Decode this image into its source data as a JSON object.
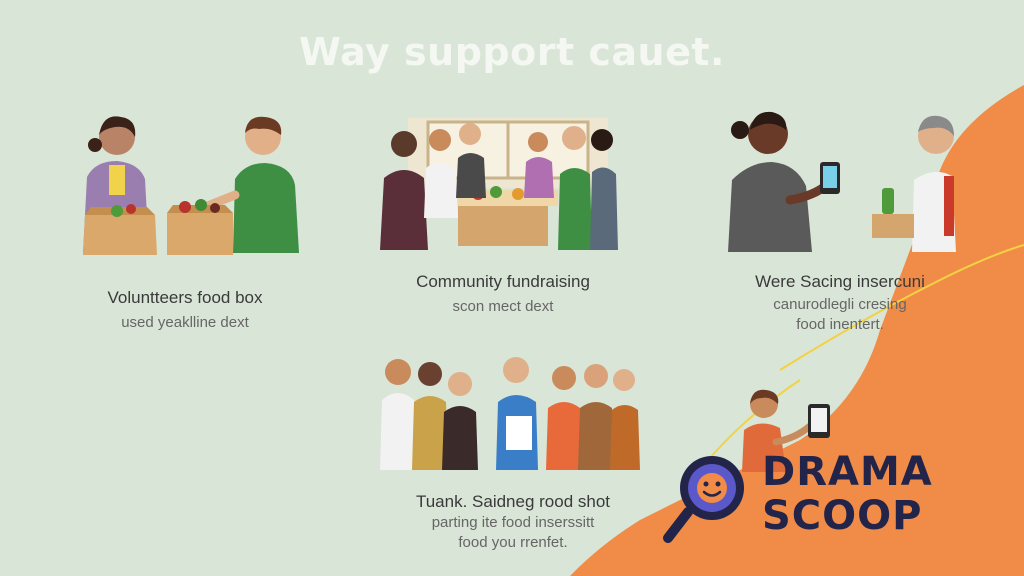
{
  "title": "Way support cauet.",
  "panels": [
    {
      "caption": "Voluntteers food box",
      "subcaption": "used yeaklline dext"
    },
    {
      "caption": "Community fundraising",
      "subcaption": "scon mect dext"
    },
    {
      "caption": "Were Sacing insercuni",
      "subcaption": "canurodlegli cresing",
      "subcaption2": "food inentert."
    },
    {
      "caption": "Tuank. Saidneg rood shot",
      "subcaption": "parting ite food inserssitt",
      "subcaption2": "food you rrenfet."
    }
  ],
  "brand": {
    "line1": "DRAMA",
    "line2": "SCOOP"
  },
  "colors": {
    "background": "#d9e5d6",
    "accent": "#f08c48",
    "brand": "#23244a"
  }
}
